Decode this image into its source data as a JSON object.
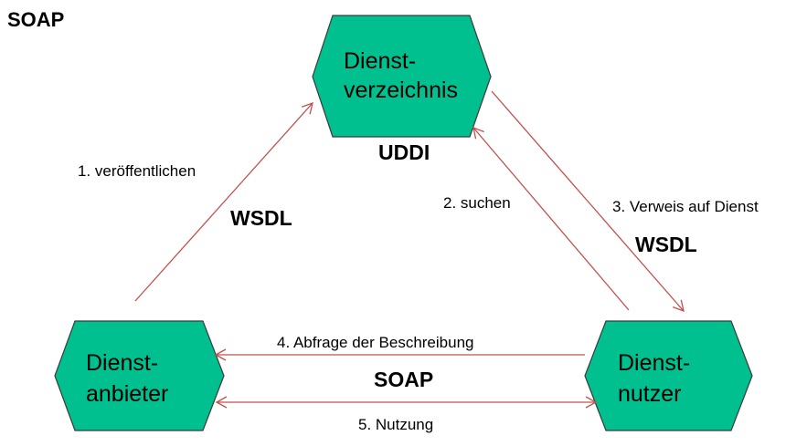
{
  "title": "SOAP",
  "colors": {
    "node_fill": "#00C08F",
    "node_stroke": "#3a3a3a",
    "arrow": "#C0504D"
  },
  "nodes": {
    "registry": {
      "line1": "Dienst-",
      "line2": "verzeichnis"
    },
    "provider": {
      "line1": "Dienst-",
      "line2": "anbieter"
    },
    "consumer": {
      "line1": "Dienst-",
      "line2": "nutzer"
    }
  },
  "protocols": {
    "uddi": "UDDI",
    "wsdl_left": "WSDL",
    "wsdl_right": "WSDL",
    "soap_bottom": "SOAP"
  },
  "steps": {
    "publish": "1. veröffentlichen",
    "search": "2. suchen",
    "reference": "3. Verweis auf Dienst",
    "query": "4. Abfrage der Beschreibung",
    "use": "5. Nutzung"
  }
}
